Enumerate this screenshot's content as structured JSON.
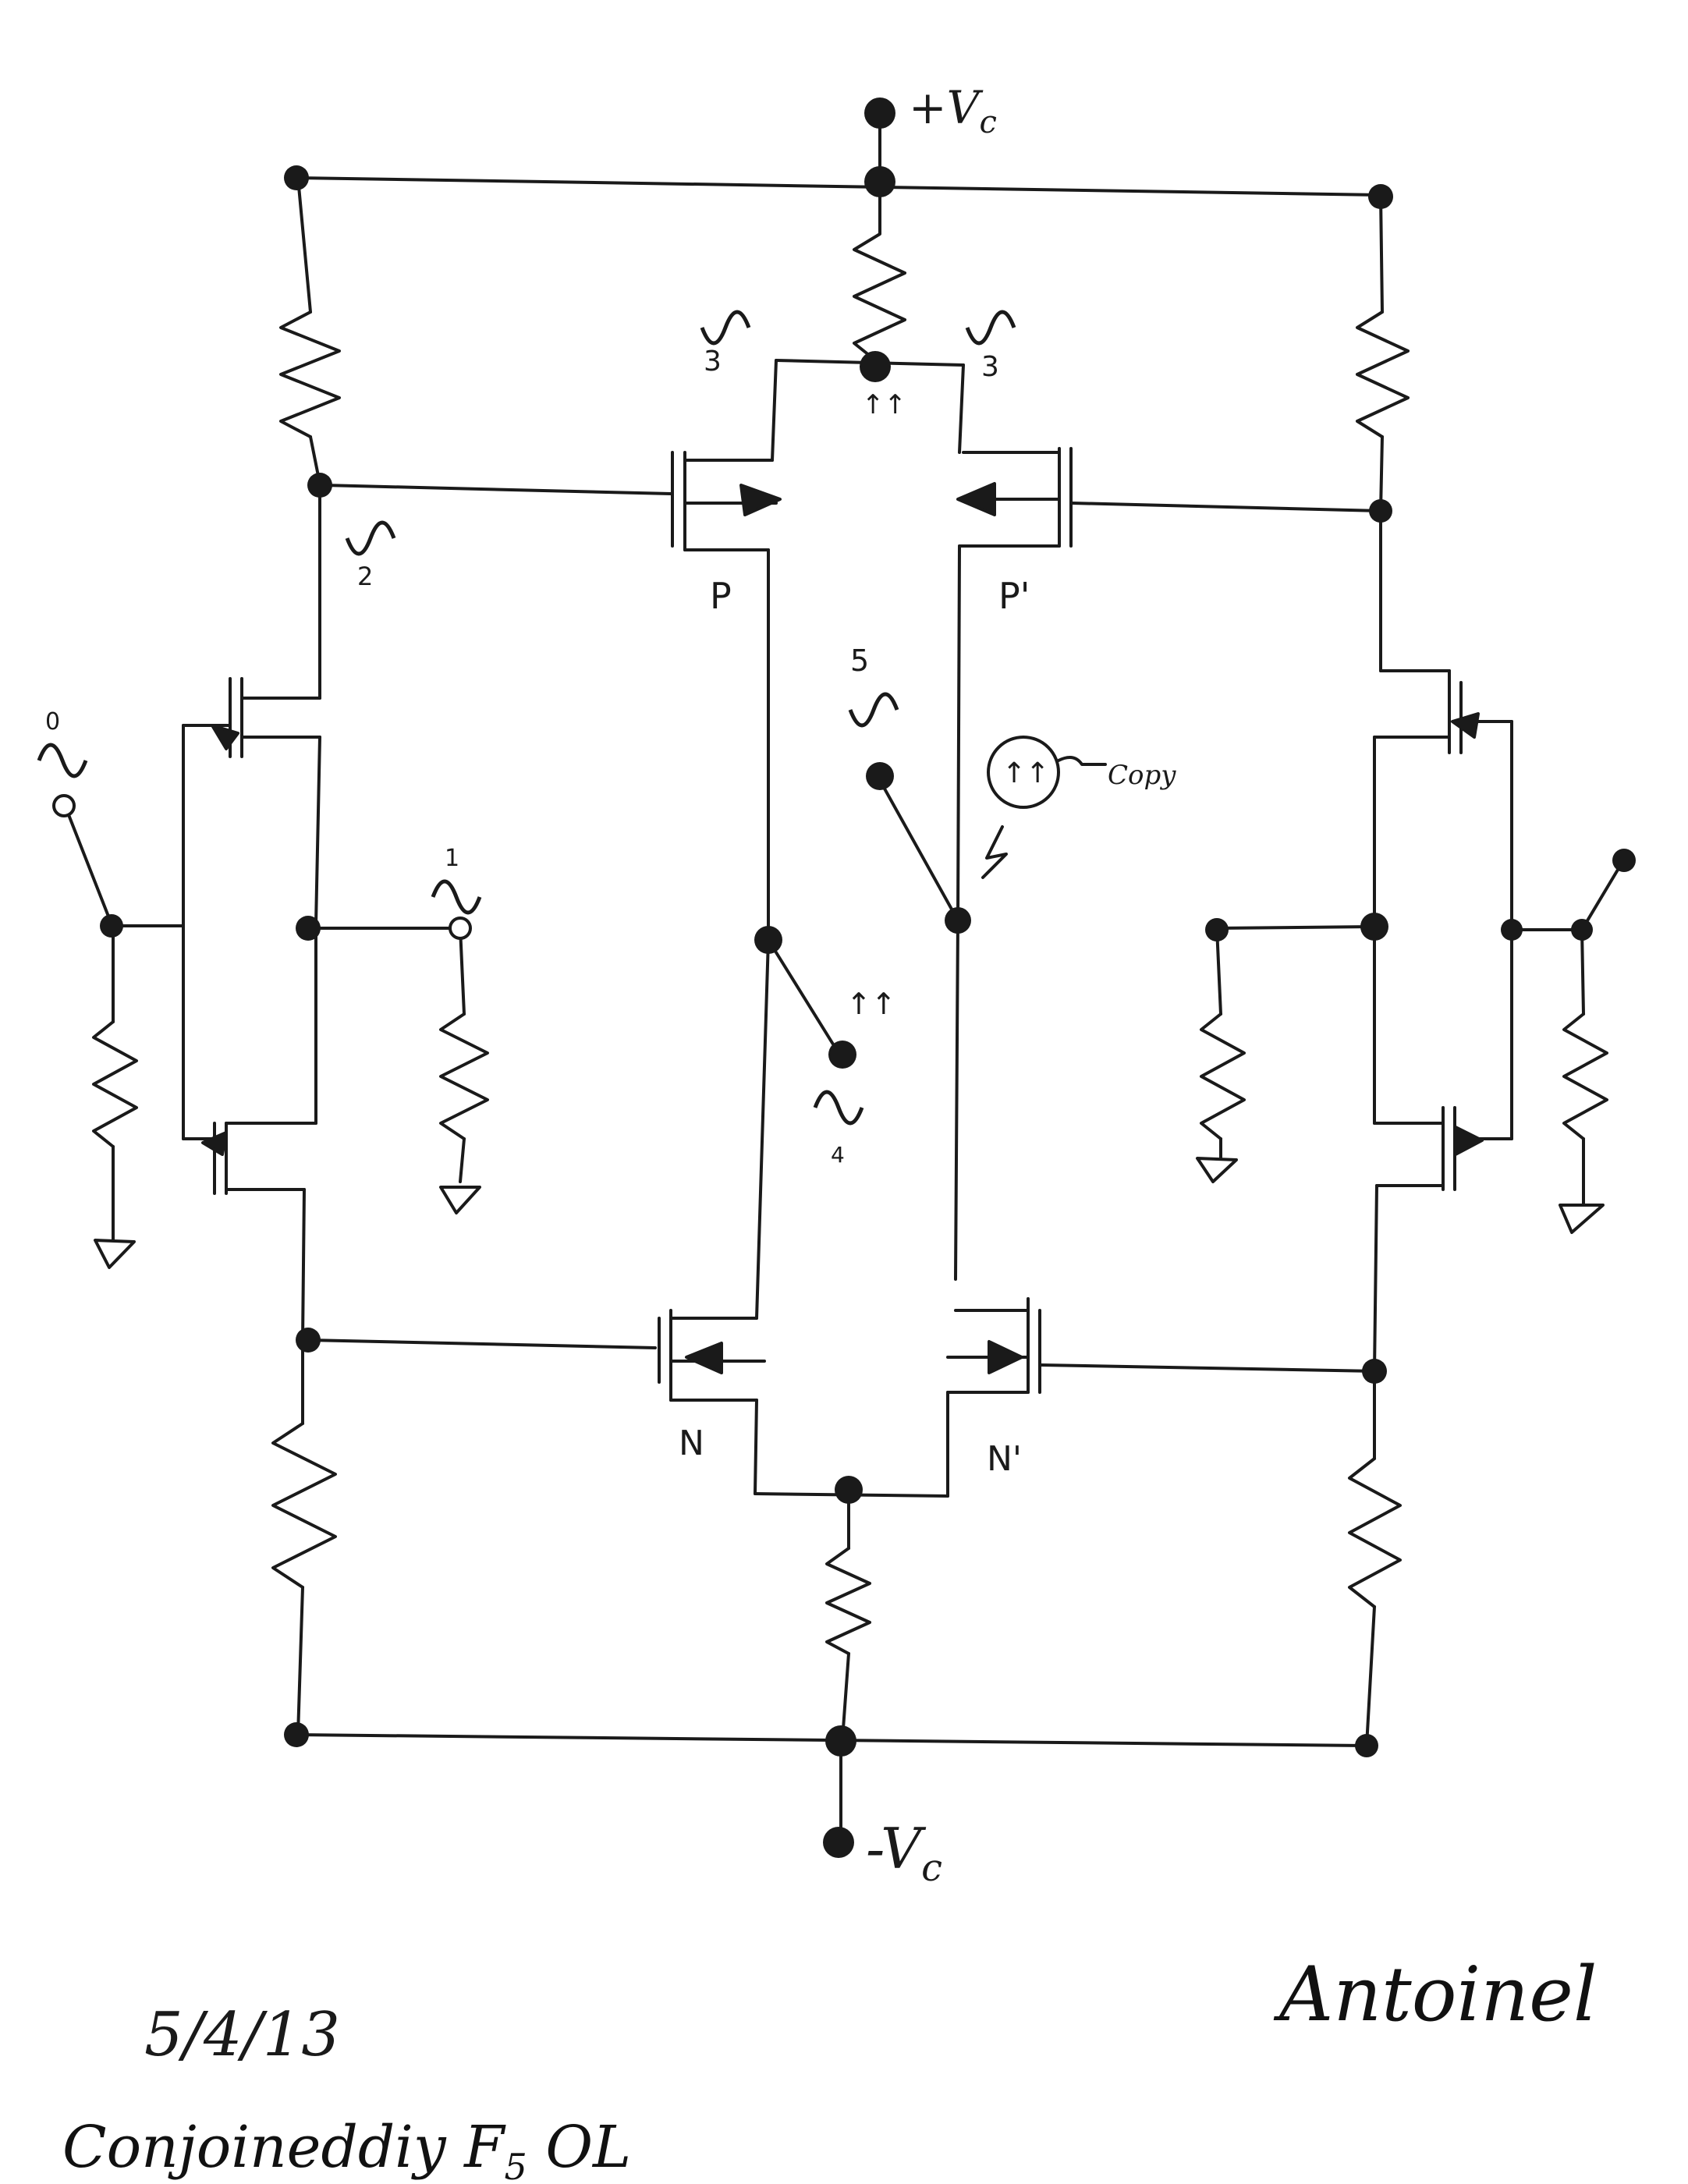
{
  "supply": {
    "positive": "+V",
    "positive_sub": "c",
    "negative": "-V",
    "negative_sub": "c"
  },
  "transistors": {
    "p_left": "P",
    "p_right": "P'",
    "n_left": "N",
    "n_right": "N'"
  },
  "nodes": {
    "n0": "0",
    "n1": "1",
    "n2": "2",
    "n3a": "3",
    "n3b": "3",
    "n4": "4",
    "n5": "5"
  },
  "arrows": {
    "up_top": "↑↑",
    "up_mid": "↑↑",
    "circle": "↑↑",
    "copy": "Copy"
  },
  "footer": {
    "date": "5/4/13",
    "title": "Conjoineddiy F",
    "title_sub": "5",
    "title_tail": " OL",
    "signature": "Antoinel"
  }
}
